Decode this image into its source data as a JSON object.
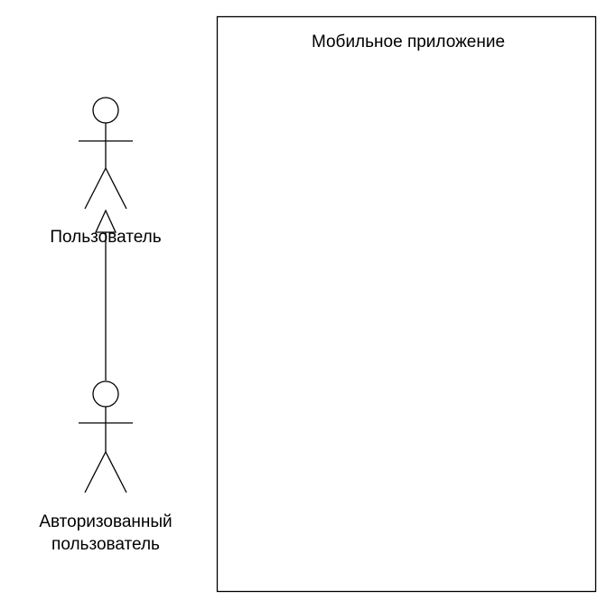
{
  "diagram": {
    "kind": "uml-use-case-diagram",
    "colors": {
      "shape_fill": "#7FD4F2",
      "arrow_fill": "#FFFFFF",
      "stroke": "#000000",
      "background": "#FFFFFF"
    },
    "system_boundary": {
      "title": "Мобильное приложение"
    },
    "actor_user": {
      "label": "Пользователь"
    },
    "actor_authorized": {
      "label_lines": [
        "Авторизованный",
        "пользователь"
      ]
    }
  }
}
